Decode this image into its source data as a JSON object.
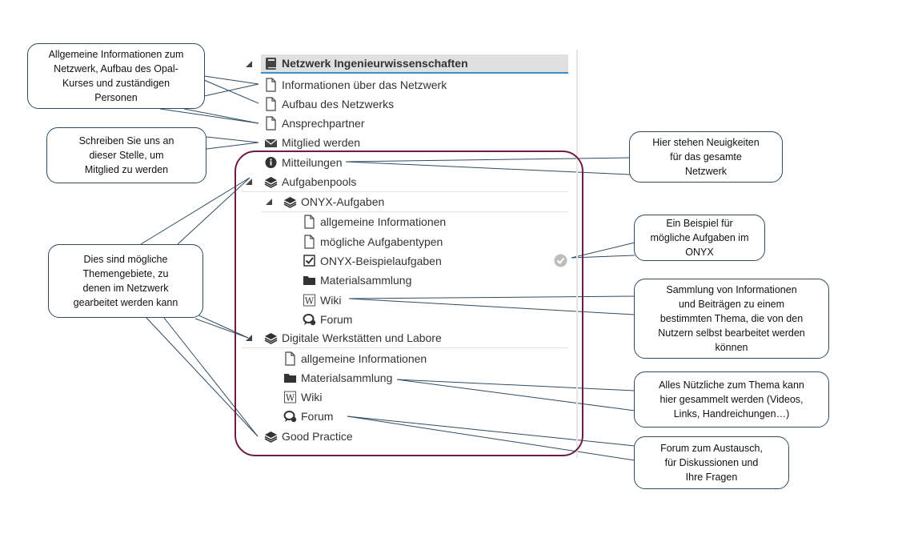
{
  "tree": {
    "header": "Netzwerk Ingenieurwissenschaften",
    "items": [
      {
        "label": "Informationen über das Netzwerk",
        "icon": "page-icon"
      },
      {
        "label": "Aufbau des Netzwerks",
        "icon": "page-icon"
      },
      {
        "label": "Ansprechpartner",
        "icon": "page-icon"
      },
      {
        "label": "Mitglied werden",
        "icon": "envelope-icon"
      },
      {
        "label": "Mitteilungen",
        "icon": "info-icon"
      },
      {
        "label": "Aufgabenpools",
        "icon": "layers-icon"
      },
      {
        "label": "ONYX-Aufgaben",
        "icon": "layers-icon"
      },
      {
        "label": "allgemeine Informationen",
        "icon": "page-icon"
      },
      {
        "label": "mögliche Aufgabentypen",
        "icon": "page-icon"
      },
      {
        "label": "ONYX-Beispielaufgaben",
        "icon": "checkbox-icon"
      },
      {
        "label": "Materialsammlung",
        "icon": "folder-icon"
      },
      {
        "label": "Wiki",
        "icon": "wiki-icon"
      },
      {
        "label": "Forum",
        "icon": "forum-icon"
      },
      {
        "label": "Digitale Werkstätten und Labore",
        "icon": "layers-icon"
      },
      {
        "label": "allgemeine Informationen",
        "icon": "page-icon"
      },
      {
        "label": "Materialsammlung",
        "icon": "folder-icon"
      },
      {
        "label": "Wiki",
        "icon": "wiki-icon"
      },
      {
        "label": "Forum",
        "icon": "forum-icon"
      },
      {
        "label": "Good Practice",
        "icon": "layers-icon"
      }
    ]
  },
  "callouts": {
    "general_info": [
      "Allgemeine Informationen zum",
      "Netzwerk, Aufbau des Opal-",
      "Kurses und zuständigen",
      "Personen"
    ],
    "join": [
      "Schreiben Sie uns an",
      "dieser Stelle, um",
      "Mitglied zu werden"
    ],
    "topics": [
      "Dies sind mögliche",
      "Themengebiete, zu",
      "denen im Netzwerk",
      "gearbeitet werden kann"
    ],
    "news": [
      "Hier stehen Neuigkeiten",
      "für das gesamte",
      "Netzwerk"
    ],
    "example": [
      "Ein Beispiel für",
      "mögliche Aufgaben im",
      "ONYX"
    ],
    "wiki": [
      "Sammlung von Informationen",
      "und Beiträgen zu einem",
      "bestimmten Thema, die von den",
      "Nutzern selbst bearbeitet werden",
      "können"
    ],
    "materials": [
      "Alles Nützliche zum Thema kann",
      "hier gesammelt werden (Videos,",
      "Links, Handreichungen…)"
    ],
    "forum": [
      "Forum zum Austausch,",
      "für Diskussionen und",
      "Ihre Fragen"
    ]
  }
}
